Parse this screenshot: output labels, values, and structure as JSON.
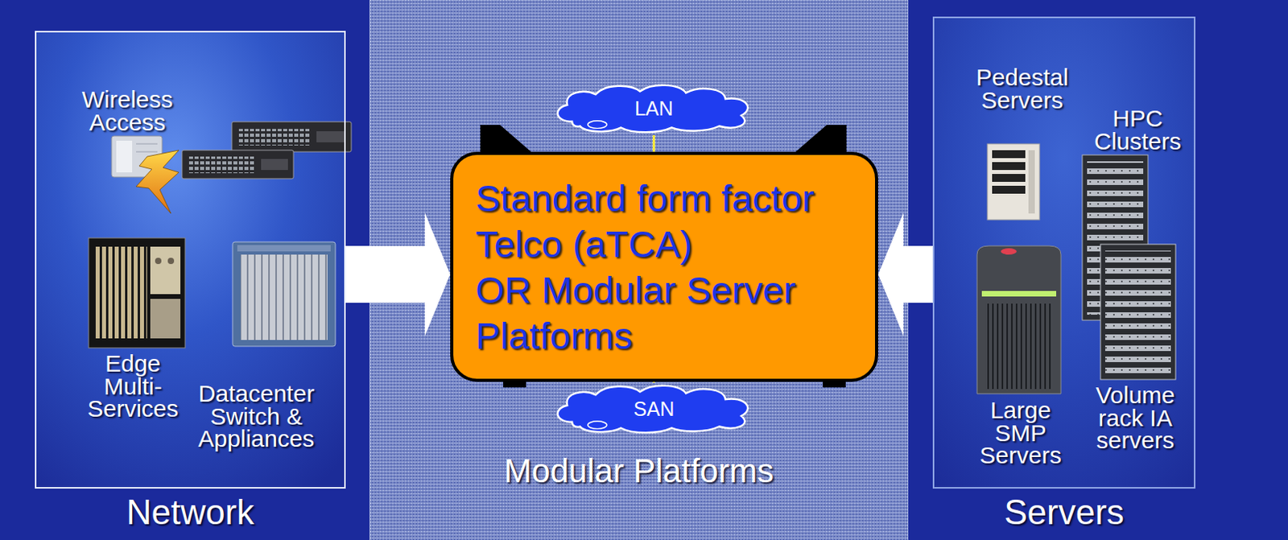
{
  "diagram": {
    "nodes": [
      {
        "text": [
          "Network"
        ]
      },
      {
        "text": [
          "Modular Platforms"
        ]
      },
      {
        "text": [
          "LAN"
        ],
        "in": 1
      },
      {
        "text": [
          "Standard form factor Telco (aTCA)",
          "OR Modular Server Platforms"
        ],
        "in": 1
      },
      {
        "text": [
          "SAN"
        ],
        "in": 1
      },
      {
        "text": [
          "Servers"
        ]
      }
    ],
    "edges": [
      {
        "from": 0,
        "to": 3,
        "arrow": "to"
      },
      {
        "from": 5,
        "to": 3,
        "arrow": "to"
      },
      {
        "from": 2,
        "to": 3,
        "arrow": "none"
      },
      {
        "from": 4,
        "to": 3,
        "arrow": "none"
      }
    ],
    "labels": [
      "Wireless Access",
      "Edge Multi-Services",
      "Datacenter Switch & Appliances",
      "Pedestal Servers",
      "HPC Clusters",
      "Large SMP Servers",
      "Volume rack IA servers"
    ]
  }
}
